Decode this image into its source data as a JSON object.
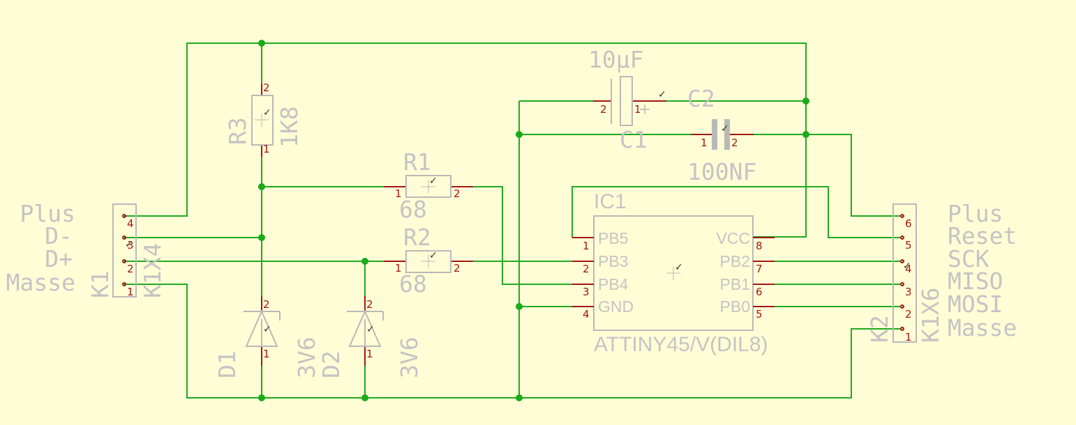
{
  "k1": {
    "name": "K1",
    "value": "K1X4",
    "pin_labels": [
      "Plus",
      "D-",
      "D+",
      "Masse"
    ],
    "pins": [
      "4",
      "3",
      "2",
      "1"
    ]
  },
  "k2": {
    "name": "K2",
    "value": "K1X6",
    "pin_labels": [
      "Plus",
      "Reset",
      "SCK",
      "MISO",
      "MOSI",
      "Masse"
    ],
    "pins": [
      "6",
      "5",
      "4",
      "3",
      "2",
      "1"
    ]
  },
  "r1": {
    "name": "R1",
    "value": "68",
    "pin1": "1",
    "pin2": "2"
  },
  "r2": {
    "name": "R2",
    "value": "68",
    "pin1": "1",
    "pin2": "2"
  },
  "r3": {
    "name": "R3",
    "value": "1K8",
    "pin1": "1",
    "pin2": "2"
  },
  "d1": {
    "name": "D1",
    "value": "3V6",
    "pin1": "1",
    "pin2": "2"
  },
  "d2": {
    "name": "D2",
    "value": "3V6",
    "pin1": "1",
    "pin2": "2"
  },
  "c1": {
    "name": "C1",
    "value": "10µF",
    "pin1": "1",
    "pin2": "2",
    "polarity": "+"
  },
  "c2": {
    "name": "C2",
    "value": "100NF",
    "pin1": "1",
    "pin2": "2"
  },
  "ic1": {
    "name": "IC1",
    "value": "ATTINY45/V(DIL8)",
    "left_pins": [
      {
        "num": "1",
        "name": "PB5"
      },
      {
        "num": "2",
        "name": "PB3"
      },
      {
        "num": "3",
        "name": "PB4"
      },
      {
        "num": "4",
        "name": "GND"
      }
    ],
    "right_pins": [
      {
        "num": "8",
        "name": "VCC"
      },
      {
        "num": "7",
        "name": "PB2"
      },
      {
        "num": "6",
        "name": "PB1"
      },
      {
        "num": "5",
        "name": "PB0"
      }
    ]
  },
  "colors": {
    "background": "#fffdd6",
    "wire": "#1faa1f",
    "pin": "#a21616",
    "outline": "#b9b9b9",
    "label": "#c4c4c4"
  }
}
